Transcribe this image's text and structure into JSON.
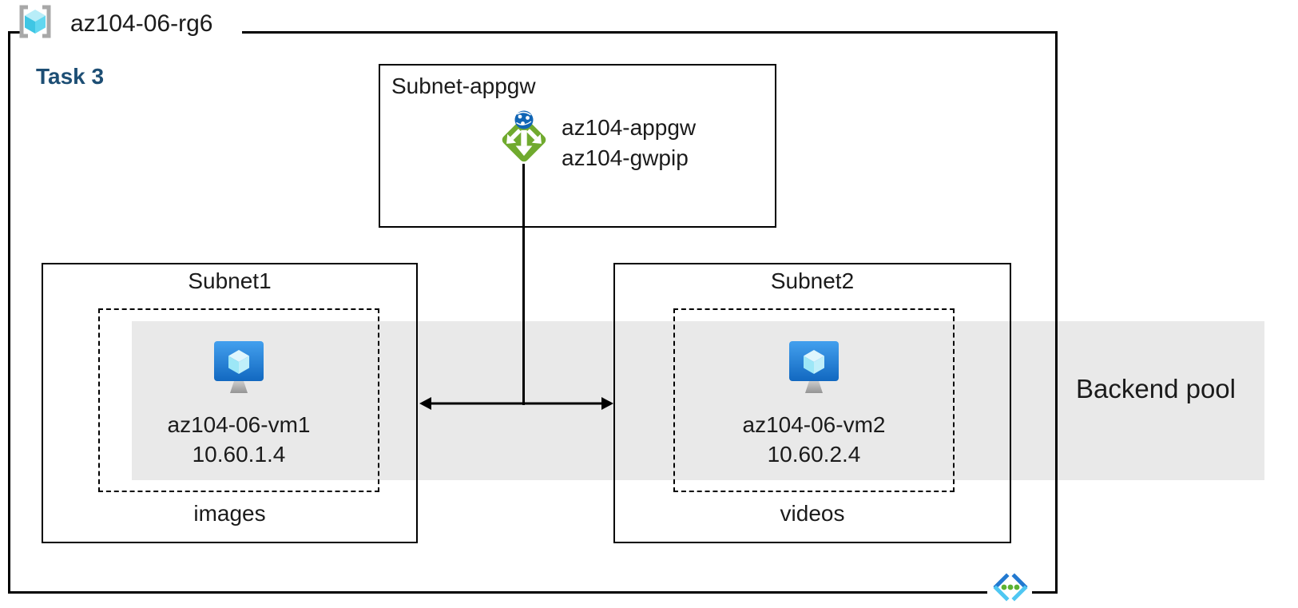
{
  "resource_group": {
    "label": "az104-06-rg6"
  },
  "task_label": "Task 3",
  "appgw_subnet": {
    "label": "Subnet-appgw",
    "gateway_name": "az104-appgw",
    "gateway_pip": "az104-gwpip"
  },
  "subnet1": {
    "label": "Subnet1",
    "vm_name": "az104-06-vm1",
    "vm_ip": "10.60.1.4",
    "storage_label": "images"
  },
  "subnet2": {
    "label": "Subnet2",
    "vm_name": "az104-06-vm2",
    "vm_ip": "10.60.2.4",
    "storage_label": "videos"
  },
  "backend_pool": {
    "label": "Backend pool"
  },
  "icons": {
    "resource_group": "resource-group-icon",
    "application_gateway": "application-gateway-icon",
    "virtual_machine": "virtual-machine-icon",
    "virtual_network": "virtual-network-icon"
  },
  "colors": {
    "band_gray": "#e9e9e9",
    "task_navy": "#1d4e74",
    "gateway_green": "#70aa2e",
    "globe_blue": "#1065b5",
    "vm_blue_top": "#43a0ee",
    "vm_blue_bottom": "#1268c0",
    "cube_cyan": "#4fc7e8",
    "bracket_gray": "#a8a8a8",
    "vnet_dark_blue": "#2379d0",
    "vnet_light_blue": "#4fc7f2",
    "vnet_dot_green": "#5cb233",
    "line_black": "#000000"
  }
}
